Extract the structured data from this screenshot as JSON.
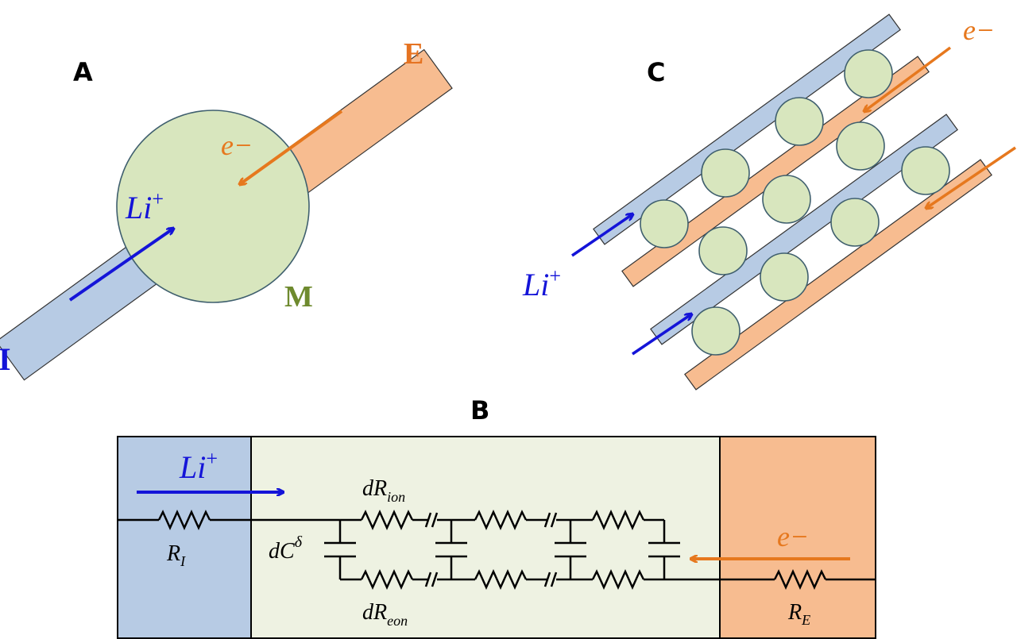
{
  "colors": {
    "ion": "#b7cbe4",
    "electron": "#f7bc90",
    "particle": "#d8e6be",
    "matrix": "#eef2e2",
    "li_arrow": "#1414d8",
    "e_arrow": "#e6781e",
    "m_label": "#6e8a2e",
    "e_label": "#e57322"
  },
  "panel_a": {
    "letter": "A",
    "electron_label": "e−",
    "ion_label": "Li",
    "ion_sup": "+",
    "label_e": "E",
    "label_m": "M",
    "label_i": "I"
  },
  "panel_c": {
    "letter": "C",
    "electron_label": "e−",
    "ion_label": "Li",
    "ion_sup": "+"
  },
  "panel_b": {
    "letter": "B",
    "ion_label": "Li",
    "ion_sup": "+",
    "electron_label": "e−",
    "r_i": "R",
    "r_i_sub": "I",
    "r_e": "R",
    "r_e_sub": "E",
    "dr_ion": "dR",
    "dr_ion_sub": "ion",
    "dr_eon": "dR",
    "dr_eon_sub": "eon",
    "dc": "dC",
    "dc_sup": "δ"
  }
}
